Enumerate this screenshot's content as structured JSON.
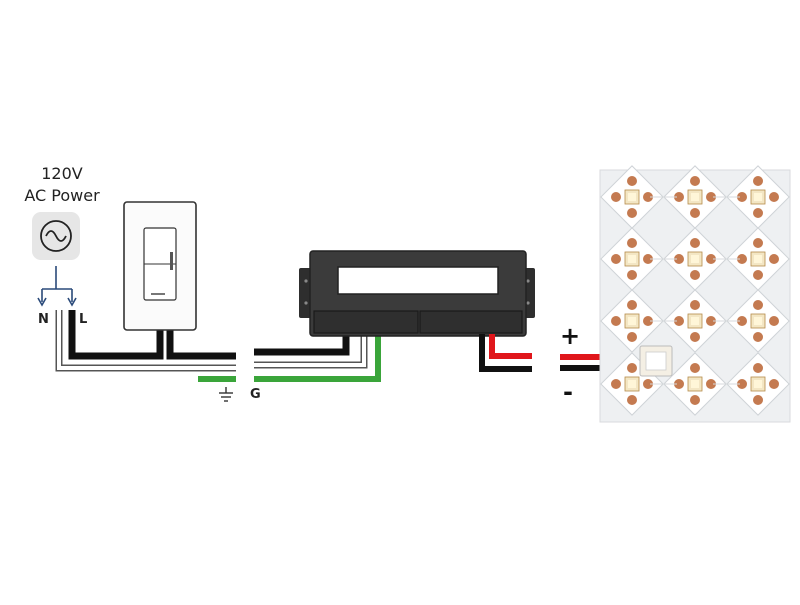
{
  "power_source": {
    "voltage_label": "120V",
    "type_label": "AC Power",
    "icon": "ac-sine-icon",
    "neutral_label": "N",
    "line_label": "L"
  },
  "ground": {
    "symbol": "⏚",
    "label": "G"
  },
  "output": {
    "positive_label": "+",
    "negative_label": "-"
  },
  "colors": {
    "hot_wire": "#111111",
    "neutral_wire": "#ffffff",
    "ground_wire": "#3aa53a",
    "positive_wire": "#e0161b",
    "driver_body": "#3b3b3b",
    "led_board": "#eef0f2",
    "led_pad": "#c47a50"
  }
}
